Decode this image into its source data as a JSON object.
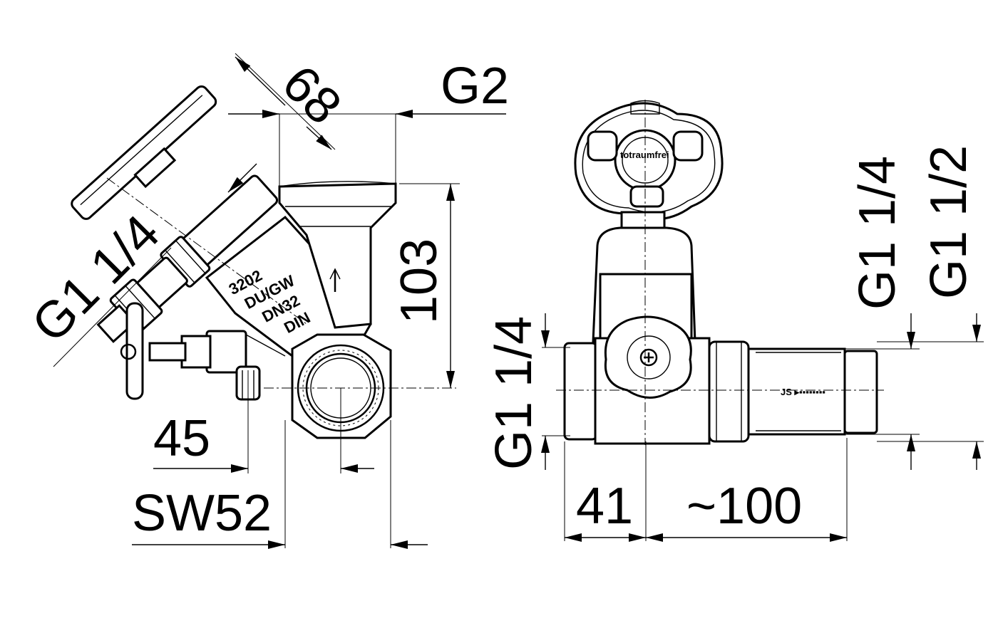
{
  "drawing": {
    "left_view": {
      "dim_68": "68",
      "dim_g2": "G2",
      "dim_103": "103",
      "dim_g1_1_4": "G1 1/4",
      "dim_45": "45",
      "dim_sw52": "SW52",
      "body_marks": [
        "3202",
        "DU/GW",
        "DN32",
        "DIN"
      ]
    },
    "right_view": {
      "dim_g1_1_4_left": "G1 1/4",
      "dim_g1_1_4_right": "G1 1/4",
      "dim_g1_1_2": "G1 1/2",
      "dim_41": "41",
      "dim_100": "~100",
      "handwheel_text": "totraumfrei"
    }
  }
}
